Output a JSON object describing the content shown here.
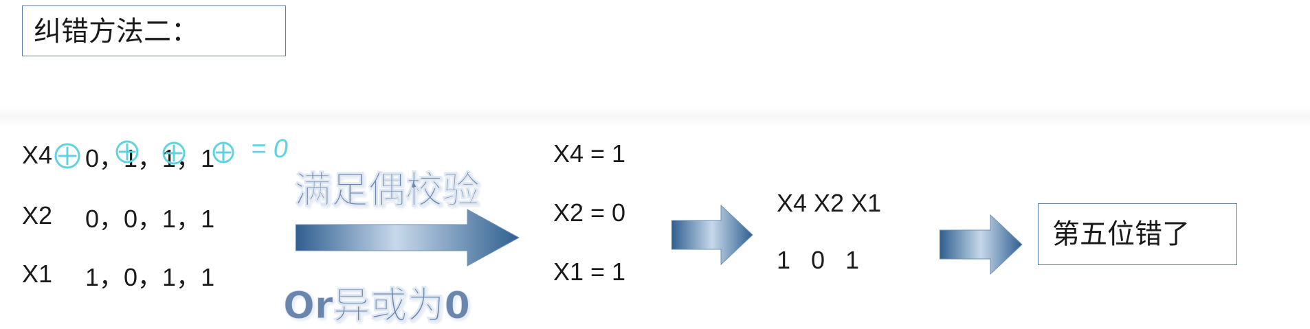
{
  "title": "纠错方法二：",
  "rows": [
    {
      "name": "X4",
      "values": "0，1，1，1"
    },
    {
      "name": "X2",
      "values": "0，0，1，1"
    },
    {
      "name": "X1",
      "values": "1，0，1，1"
    }
  ],
  "handwriting": {
    "result": "= 0"
  },
  "annotations": {
    "top": "满足偶校验",
    "bottom": "Or异或为0"
  },
  "results": [
    {
      "label": "X4 = 1"
    },
    {
      "label": "X2 = 0"
    },
    {
      "label": "X1 = 1"
    }
  ],
  "combined": {
    "header": "X4 X2 X1",
    "bits": "1   0   1"
  },
  "conclusion": "第五位错了",
  "colors": {
    "arrow_dark": "#2f5f8f",
    "arrow_light": "#c7d8ea",
    "border": "#5b7fa6",
    "handwriting": "#5fd3e0"
  }
}
